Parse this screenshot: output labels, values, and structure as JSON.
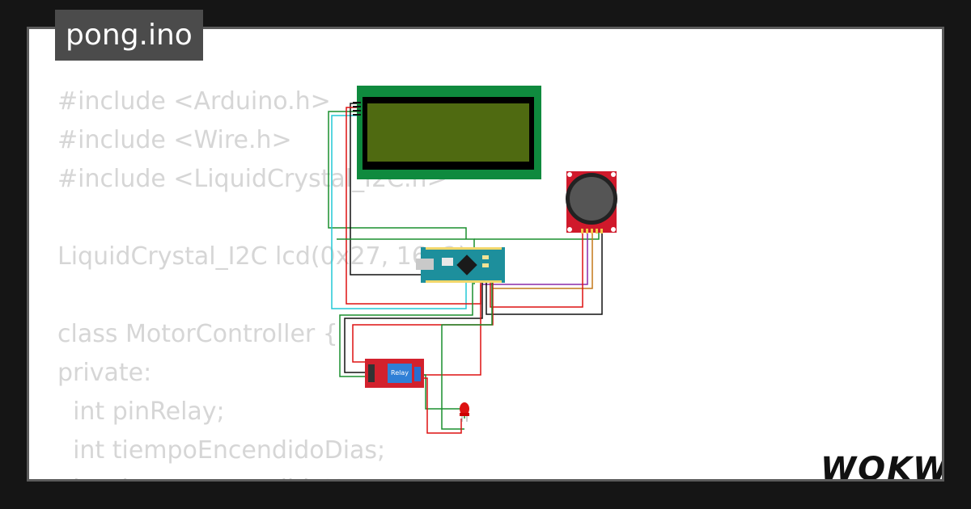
{
  "title": "pong.ino",
  "code_lines": [
    "#include <Arduino.h>",
    "#include <Wire.h>",
    "#include <LiquidCrystal_I2C.h>",
    "",
    "LiquidCrystal_I2C lcd(0x27, 16, 2);",
    "",
    "class MotorController {",
    "private:",
    "  int pinRelay;",
    "  int tiempoEncendidoDias;",
    "  int tiempoEncendidoHoras;"
  ],
  "relay_label": "Relay",
  "brand": "WOKWi",
  "colors": {
    "background": "#151515",
    "card": "#ffffff",
    "code_text": "#d6d6d6",
    "lcd_board": "#0f8a3e",
    "lcd_screen": "#4f6a11",
    "nano_board": "#1d8f9c",
    "relay_board": "#d3212d",
    "joystick_board": "#d0192b"
  }
}
